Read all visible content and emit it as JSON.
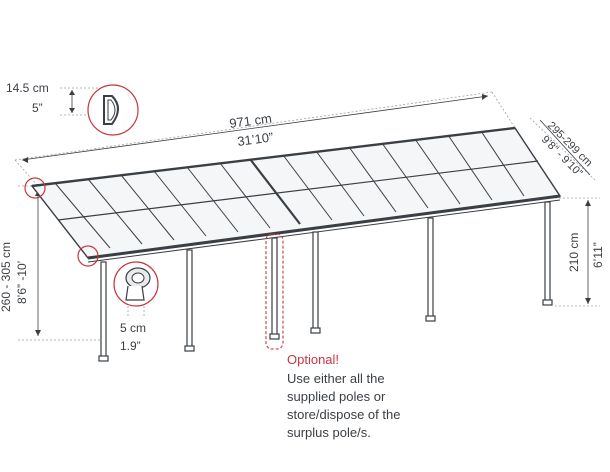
{
  "dimensions": {
    "length_cm": "971 cm",
    "length_ft": "31’10”",
    "width_cm": "295-299 cm",
    "width_ft": "9’8” - 9’10”",
    "height_left_cm": "260 - 305 cm",
    "height_left_ft": "8’6” -10’",
    "height_right_cm": "210 cm",
    "height_right_ft": "6’11”",
    "gutter_cm": "14.5 cm",
    "gutter_in": "5”",
    "post_cm": "5 cm",
    "post_in": "1.9”"
  },
  "note": {
    "title": "Optional!",
    "lines": [
      "Use either all the",
      "supplied poles or",
      "store/dispose of the",
      "surplus pole/s."
    ]
  },
  "colors": {
    "line": "#3a3f44",
    "accent": "#c8363f",
    "dash": "#9aa0a6"
  }
}
